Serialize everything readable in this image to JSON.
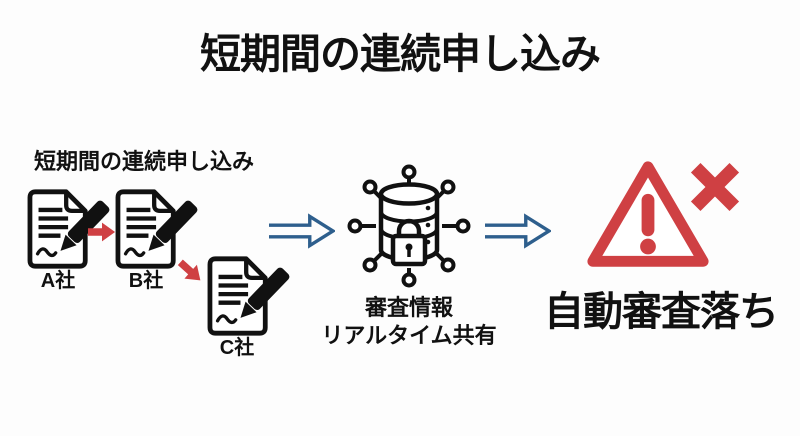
{
  "title": "短期間の連続申し込み",
  "left_flow": {
    "label": "短期間の連続申し込み",
    "companies": [
      "A社",
      "B社",
      "C社"
    ],
    "document_icon": "document-pen-icon",
    "step_arrow_icons": [
      "arrow-right-icon",
      "arrow-down-right-icon"
    ]
  },
  "flow": {
    "arrow_icon": "double-arrow-right-icon"
  },
  "center": {
    "icon": "shared-database-lock-icon",
    "caption_lines": [
      "審査情報",
      "リアルタイム共有"
    ]
  },
  "result": {
    "icons": [
      "warning-triangle-icon",
      "x-mark-icon"
    ],
    "label": "自動審査落ち"
  },
  "colors": {
    "ink": "#111111",
    "red": "#cf4043",
    "blue": "#2e5f8d",
    "background": "#fdfdfd"
  }
}
